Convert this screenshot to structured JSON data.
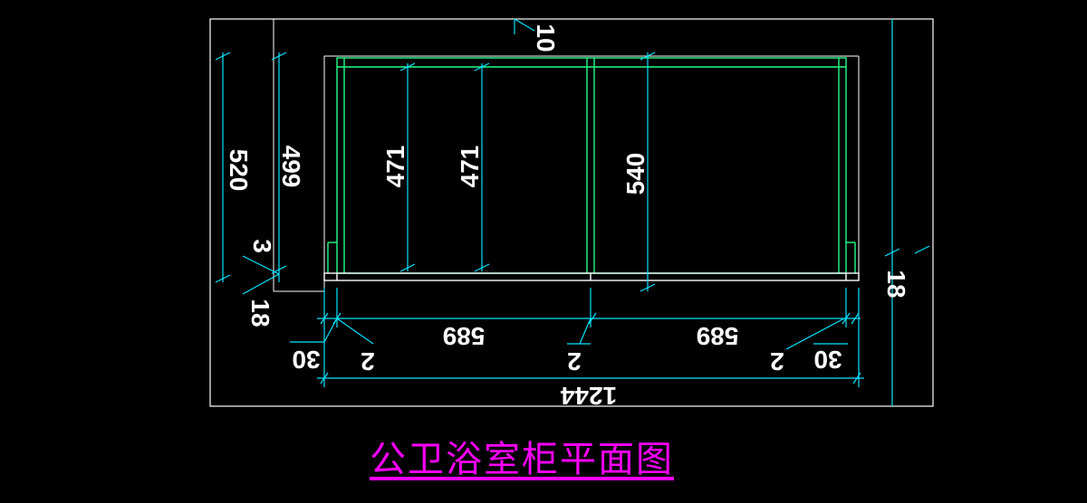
{
  "title": "公卫浴室柜平面图",
  "dimensions": {
    "d10": "10",
    "d520": "520",
    "d499": "499",
    "d471a": "471",
    "d471b": "471",
    "d540": "540",
    "d3": "3",
    "d18_left": "18",
    "d18_right": "18",
    "d589_left": "589",
    "d589_right": "589",
    "d2_a": "2",
    "d2_b": "2",
    "d2_c": "2",
    "d30_left": "30",
    "d30_right": "30",
    "total": "1244"
  },
  "colors": {
    "outline": "#ffffff",
    "green": "#22ff88",
    "cyan": "#00e5ff",
    "title": "#ff00ff"
  }
}
